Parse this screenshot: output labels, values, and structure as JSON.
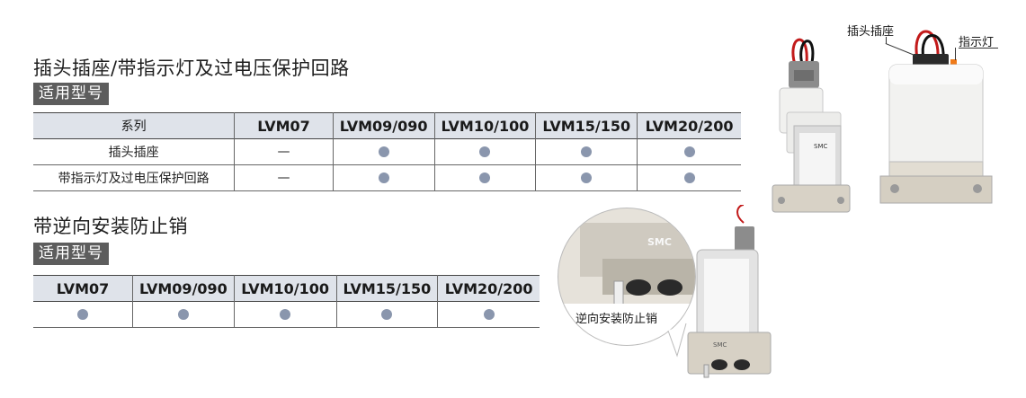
{
  "section1": {
    "title": "插头插座/带指示灯及过电压保护回路",
    "badge": "适用型号",
    "table": {
      "headers": [
        "系列",
        "LVM07",
        "LVM09/090",
        "LVM10/100",
        "LVM15/150",
        "LVM20/200"
      ],
      "rows": [
        {
          "label": "插头插座",
          "cells": [
            "dash",
            "dot",
            "dot",
            "dot",
            "dot"
          ]
        },
        {
          "label": "带指示灯及过电压保护回路",
          "cells": [
            "dash",
            "dot",
            "dot",
            "dot",
            "dot"
          ]
        }
      ]
    }
  },
  "section2": {
    "title": "带逆向安装防止销",
    "badge": "适用型号",
    "table": {
      "headers": [
        "LVM07",
        "LVM09/090",
        "LVM10/100",
        "LVM15/150",
        "LVM20/200"
      ],
      "row": [
        "dot",
        "dot",
        "dot",
        "dot",
        "dot"
      ]
    }
  },
  "callouts": {
    "connector": "插头插座",
    "indicator": "指示灯",
    "pin": "逆向安装防止销"
  },
  "product_marks": {
    "brand": "SMC"
  },
  "colors": {
    "header_bg": "#dfe3ea",
    "dot": "#8a96ad",
    "badge_bg": "#5d5d5d"
  }
}
